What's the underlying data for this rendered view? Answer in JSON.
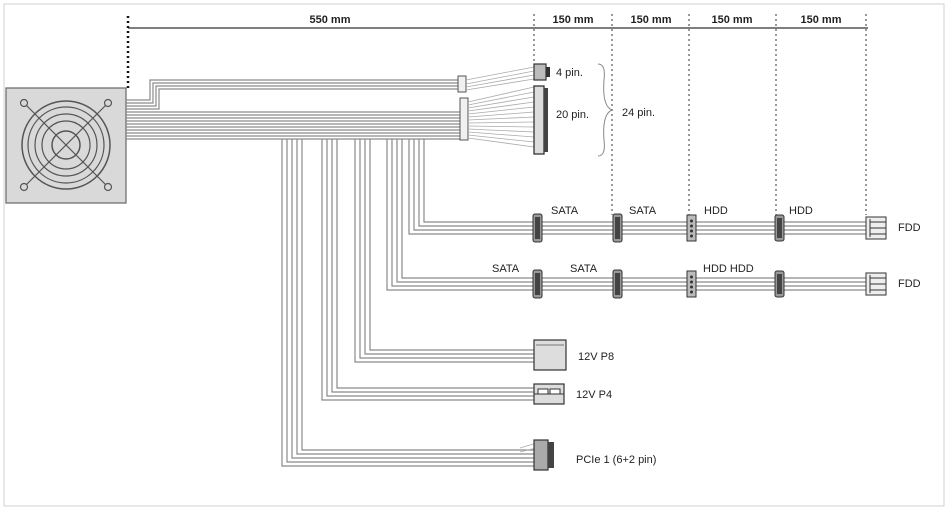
{
  "diagram": {
    "dimensions": [
      "550 mm",
      "150 mm",
      "150 mm",
      "150 mm",
      "150 mm"
    ],
    "main_connectors": {
      "p4": "4 pin.",
      "p20": "20 pin.",
      "p24": "24 pin."
    },
    "chain1": {
      "labels": [
        "SATA",
        "SATA",
        "HDD",
        "HDD"
      ],
      "end": "FDD"
    },
    "chain2": {
      "labels": [
        "SATA",
        "SATA",
        "HDD HDD"
      ],
      "end": "FDD"
    },
    "cables": [
      "12V P8",
      "12V P4",
      "PCIe 1 (6+2 pin)"
    ],
    "colors": {
      "wire": "#8a8a8a",
      "connector": "#555555",
      "psu_fill": "#d9d9d9",
      "dotted": "#333333"
    }
  }
}
